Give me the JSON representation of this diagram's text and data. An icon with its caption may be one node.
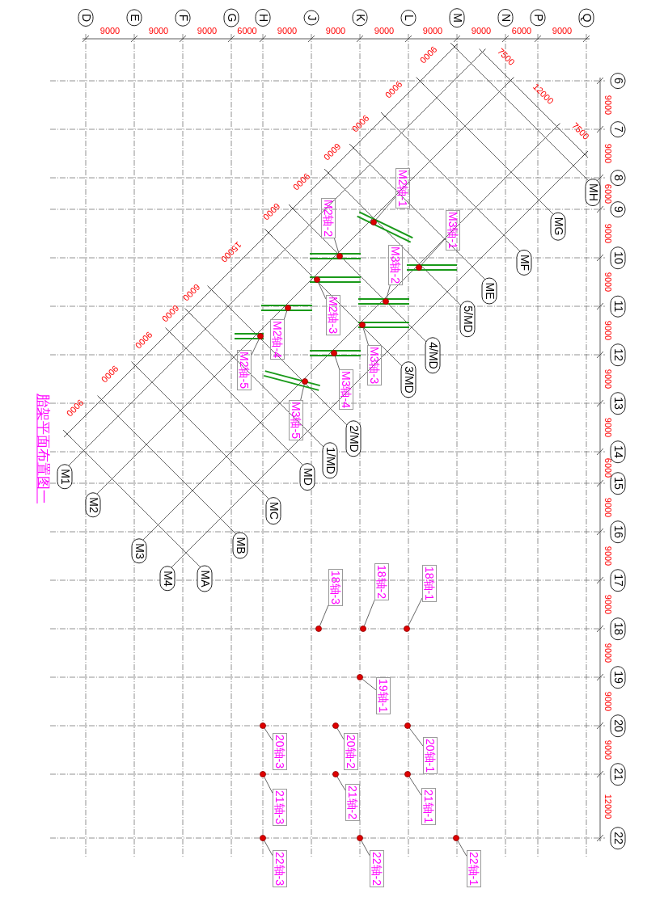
{
  "diagram": {
    "title": "胎架平面布置图一",
    "nodes": [
      {
        "text": [
          "D"
        ]
      },
      {
        "text": [
          "E"
        ]
      },
      {
        "text": [
          "F"
        ]
      },
      {
        "text": [
          "G"
        ]
      },
      {
        "text": [
          "H"
        ]
      },
      {
        "text": [
          "J"
        ]
      },
      {
        "text": [
          "K"
        ]
      },
      {
        "text": [
          "L"
        ]
      },
      {
        "text": [
          "M"
        ]
      },
      {
        "text": [
          "N"
        ]
      },
      {
        "text": [
          "P"
        ]
      },
      {
        "text": [
          "Q"
        ]
      },
      {
        "text": [
          "6"
        ]
      },
      {
        "text": [
          "7"
        ]
      },
      {
        "text": [
          "8"
        ]
      },
      {
        "text": [
          "9"
        ]
      },
      {
        "text": [
          "10"
        ]
      },
      {
        "text": [
          "11"
        ]
      },
      {
        "text": [
          "12"
        ]
      },
      {
        "text": [
          "13"
        ]
      },
      {
        "text": [
          "14"
        ]
      },
      {
        "text": [
          "15"
        ]
      },
      {
        "text": [
          "16"
        ]
      },
      {
        "text": [
          "17"
        ]
      },
      {
        "text": [
          "18"
        ]
      },
      {
        "text": [
          "19"
        ]
      },
      {
        "text": [
          "20"
        ]
      },
      {
        "text": [
          "21"
        ]
      },
      {
        "text": [
          "22"
        ]
      },
      {
        "text": [
          "M1"
        ]
      },
      {
        "text": [
          "M2"
        ]
      },
      {
        "text": [
          "M3"
        ]
      },
      {
        "text": [
          "M4"
        ]
      },
      {
        "text": [
          "MA"
        ]
      },
      {
        "text": [
          "MB"
        ]
      },
      {
        "text": [
          "MC"
        ]
      },
      {
        "text": [
          "MD"
        ]
      },
      {
        "text": [
          "1/MD"
        ]
      },
      {
        "text": [
          "2/MD"
        ]
      },
      {
        "text": [
          "3/MD"
        ]
      },
      {
        "text": [
          "4/MD"
        ]
      },
      {
        "text": [
          "5/MD"
        ]
      },
      {
        "text": [
          "ME"
        ]
      },
      {
        "text": [
          "MF"
        ]
      },
      {
        "text": [
          "MG"
        ]
      },
      {
        "text": [
          "MH"
        ]
      },
      {
        "text": [
          "M2轴-1"
        ]
      },
      {
        "text": [
          "M2轴-2"
        ]
      },
      {
        "text": [
          "M2轴-3"
        ]
      },
      {
        "text": [
          "M2轴-4"
        ]
      },
      {
        "text": [
          "M2轴-5"
        ]
      },
      {
        "text": [
          "M3轴-1"
        ]
      },
      {
        "text": [
          "M3轴-2"
        ]
      },
      {
        "text": [
          "M3轴-3"
        ]
      },
      {
        "text": [
          "M3轴-4"
        ]
      },
      {
        "text": [
          "M3轴-5"
        ]
      },
      {
        "text": [
          "18轴-1"
        ]
      },
      {
        "text": [
          "18轴-2"
        ]
      },
      {
        "text": [
          "18轴-3"
        ]
      },
      {
        "text": [
          "19轴-1"
        ]
      },
      {
        "text": [
          "20轴-1"
        ]
      },
      {
        "text": [
          "20轴-2"
        ]
      },
      {
        "text": [
          "20轴-3"
        ]
      },
      {
        "text": [
          "21轴-1"
        ]
      },
      {
        "text": [
          "21轴-2"
        ]
      },
      {
        "text": [
          "21轴-3"
        ]
      },
      {
        "text": [
          "22轴-1"
        ]
      },
      {
        "text": [
          "22轴-2"
        ]
      },
      {
        "text": [
          "22轴-3"
        ]
      },
      {
        "text": [],
        "shape": "circle"
      },
      {
        "text": [],
        "shape": "circle"
      },
      {
        "text": [],
        "shape": "circle"
      },
      {
        "text": [],
        "shape": "circle"
      },
      {
        "text": [],
        "shape": "circle"
      },
      {
        "text": [],
        "shape": "circle"
      },
      {
        "text": [],
        "shape": "circle"
      },
      {
        "text": [],
        "shape": "circle"
      },
      {
        "text": [],
        "shape": "circle"
      },
      {
        "text": [],
        "shape": "circle"
      },
      {
        "text": [],
        "shape": "circle"
      },
      {
        "text": [],
        "shape": "circle"
      },
      {
        "text": [],
        "shape": "circle"
      },
      {
        "text": [],
        "shape": "circle"
      },
      {
        "text": [],
        "shape": "circle"
      },
      {
        "text": [],
        "shape": "circle"
      },
      {
        "text": [],
        "shape": "circle"
      },
      {
        "text": [],
        "shape": "circle"
      },
      {
        "text": [],
        "shape": "circle"
      },
      {
        "text": [],
        "shape": "circle"
      },
      {
        "text": [],
        "shape": "circle"
      },
      {
        "text": [],
        "shape": "circle"
      },
      {
        "text": [],
        "shape": "circle"
      }
    ],
    "edges": [
      {
        "from": 46,
        "to": 69,
        "arrow": "none"
      },
      {
        "from": 47,
        "to": 70,
        "arrow": "none"
      },
      {
        "from": 48,
        "to": 71,
        "arrow": "none"
      },
      {
        "from": 49,
        "to": 72,
        "arrow": "none"
      },
      {
        "from": 50,
        "to": 73,
        "arrow": "none"
      },
      {
        "from": 51,
        "to": 74,
        "arrow": "none"
      },
      {
        "from": 52,
        "to": 75,
        "arrow": "none"
      },
      {
        "from": 53,
        "to": 76,
        "arrow": "none"
      },
      {
        "from": 54,
        "to": 77,
        "arrow": "none"
      },
      {
        "from": 55,
        "to": 78,
        "arrow": "none"
      },
      {
        "from": 56,
        "to": 79,
        "arrow": "none"
      },
      {
        "from": 57,
        "to": 80,
        "arrow": "none"
      },
      {
        "from": 58,
        "to": 81,
        "arrow": "none"
      },
      {
        "from": 59,
        "to": 82,
        "arrow": "none"
      },
      {
        "from": 60,
        "to": 83,
        "arrow": "none"
      },
      {
        "from": 61,
        "to": 84,
        "arrow": "none"
      },
      {
        "from": 62,
        "to": 85,
        "arrow": "none"
      },
      {
        "from": 63,
        "to": 86,
        "arrow": "none"
      },
      {
        "from": 64,
        "to": 87,
        "arrow": "none"
      },
      {
        "from": 65,
        "to": 88,
        "arrow": "none"
      },
      {
        "from": 66,
        "to": 89,
        "arrow": "none"
      },
      {
        "from": 67,
        "to": 90,
        "arrow": "none"
      },
      {
        "from": 68,
        "to": 91,
        "arrow": "none"
      }
    ],
    "labels": [
      "9000",
      "9000",
      "9000",
      "6000",
      "9000",
      "9000",
      "9000",
      "9000",
      "9000",
      "6000",
      "9000",
      "9000",
      "9000",
      "6000",
      "9000",
      "9000",
      "9000",
      "9000",
      "9000",
      "6000",
      "9000",
      "9000",
      "9000",
      "9000",
      "9000",
      "9000",
      "12000",
      "9000",
      "9000",
      "9000",
      "6000",
      "9000",
      "6000",
      "15000",
      "6000",
      "6000",
      "9000",
      "9000",
      "9000",
      "7500",
      "12000",
      "7500"
    ]
  }
}
